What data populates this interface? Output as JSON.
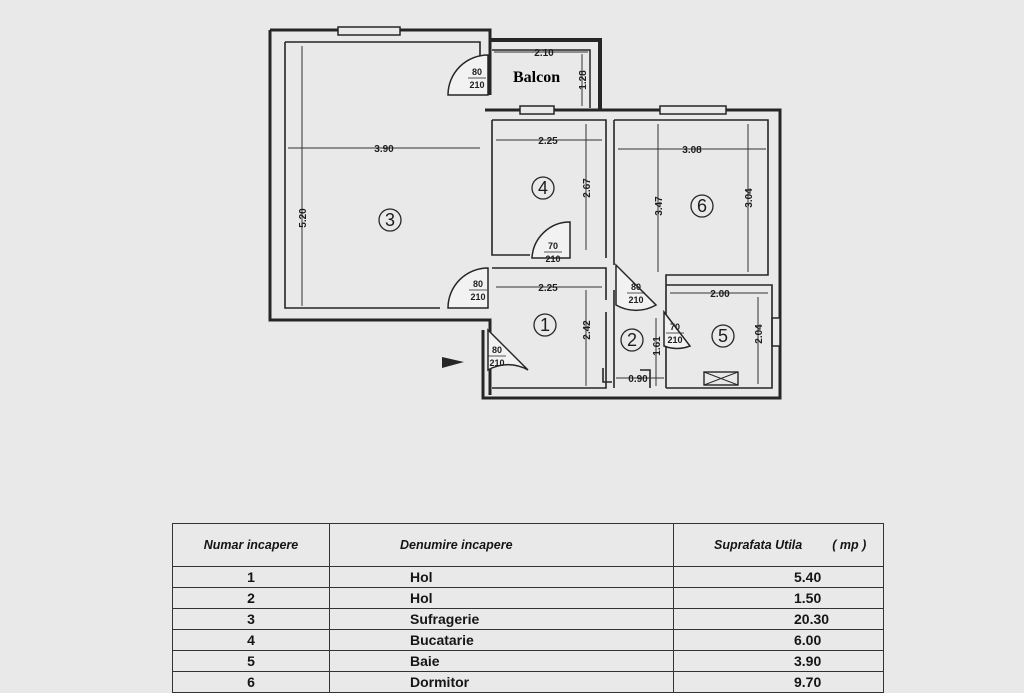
{
  "floor_plan": {
    "balcony_label": "Balcon",
    "room_numbers": [
      "1",
      "2",
      "3",
      "4",
      "5",
      "6"
    ],
    "dimensions": {
      "balcony_width": "2.10",
      "balcony_depth": "1.28",
      "room3_width": "3.90",
      "room3_length": "5.20",
      "room4_width": "2.25",
      "room4_length": "2.67",
      "room6_width": "3.08",
      "room6_length_left": "3.47",
      "room6_length_right": "3.04",
      "hall1_width": "2.25",
      "hall1_length": "2.42",
      "hall2_length": "1.61",
      "hall2_width": "0.90",
      "room5_width": "2.00",
      "room5_length": "2.04"
    },
    "doors": [
      {
        "width": "80",
        "height": "210"
      },
      {
        "width": "70",
        "height": "210"
      },
      {
        "width": "80",
        "height": "210"
      },
      {
        "width": "80",
        "height": "210"
      },
      {
        "width": "80",
        "height": "210"
      },
      {
        "width": "70",
        "height": "210"
      }
    ]
  },
  "room_table": {
    "headers": {
      "number": "Numar   incapere",
      "name": "Denumire incapere",
      "area": "Suprafata Utila",
      "unit": "( mp )"
    },
    "rows": [
      {
        "number": "1",
        "name": "Hol",
        "area": "5.40"
      },
      {
        "number": "2",
        "name": "Hol",
        "area": "1.50"
      },
      {
        "number": "3",
        "name": "Sufragerie",
        "area": "20.30"
      },
      {
        "number": "4",
        "name": "Bucatarie",
        "area": "6.00"
      },
      {
        "number": "5",
        "name": "Baie",
        "area": "3.90"
      },
      {
        "number": "6",
        "name": "Dormitor",
        "area": "9.70"
      }
    ]
  }
}
